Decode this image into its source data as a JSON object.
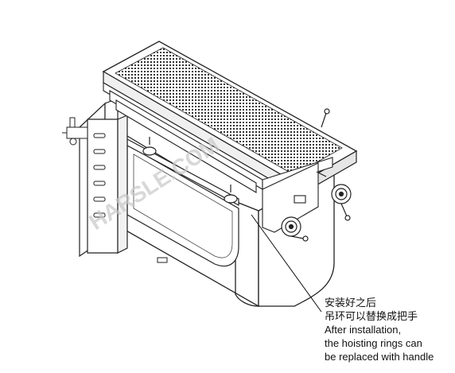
{
  "annotation": {
    "line_cn_1": "安装好之后",
    "line_cn_2": "吊环可以替换成把手",
    "line_en_1": "After installation,",
    "line_en_2": "the hoisting rings can",
    "line_en_3": "be replaced with handle"
  },
  "watermark": {
    "text": "HARSLE.COM"
  },
  "colors": {
    "ink": "#111111",
    "line": "#222222",
    "fill": "#ffffff",
    "shade": "#e6e6e6",
    "watermark": "#c8c8c8"
  }
}
